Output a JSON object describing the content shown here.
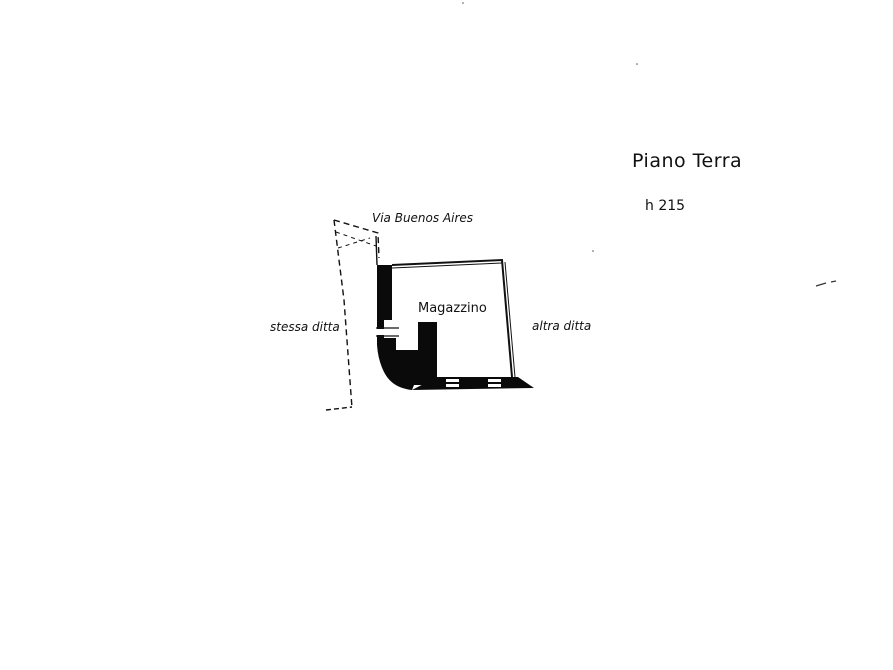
{
  "plan": {
    "title": "Piano Terra",
    "height_label": "h 215",
    "street_label": "Via Buenos Aires",
    "room_label": "Magazzino",
    "left_neighbor_label": "stessa ditta",
    "right_neighbor_label": "altra ditta"
  }
}
